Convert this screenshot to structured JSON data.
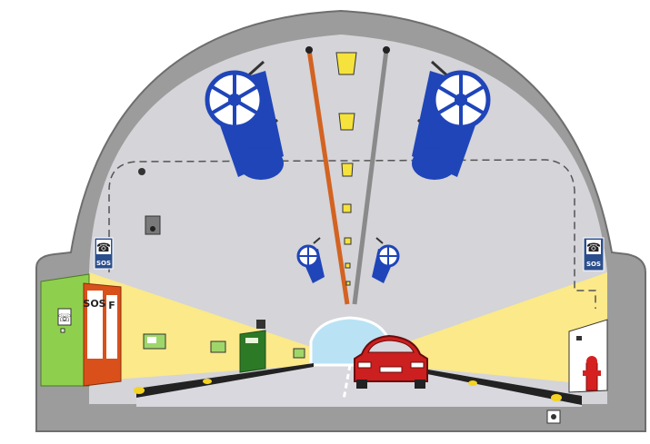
{
  "labels": {
    "sos_cabinet_left": "SOS",
    "cabinet_fire_letter": "F",
    "sign_left": "SOS",
    "sign_right": "SOS"
  },
  "icons": {
    "phone": "phone-icon",
    "fan": "jet-fan-icon",
    "camera": "cctv-camera-icon",
    "hydrant": "fire-hydrant-icon",
    "car": "car-icon"
  },
  "colors": {
    "tunnel_lining": "#9c9c9c",
    "ceiling": "#d4d4d9",
    "wall_yellow": "#fbe98a",
    "fan_blue": "#1f45b8",
    "sos_cabinet": "#d9501b",
    "emergency_niche_green": "#8fcf4e",
    "car_red": "#cc1f1f",
    "portal_blue": "#b9e3f5"
  }
}
